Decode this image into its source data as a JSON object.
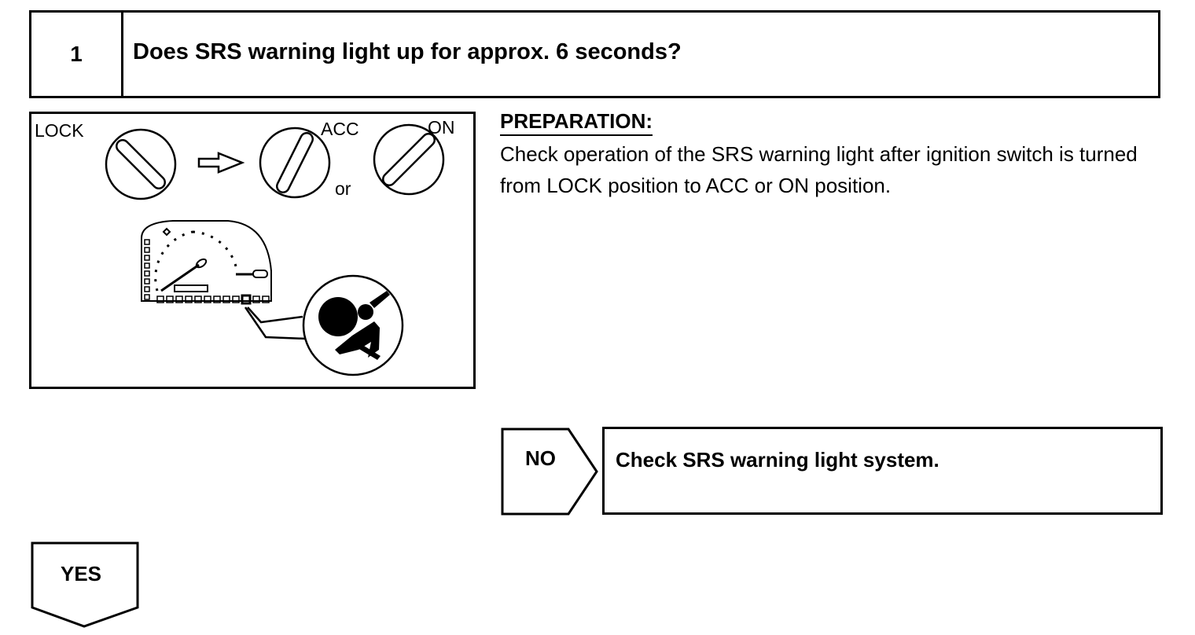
{
  "step": {
    "number": "1",
    "question": "Does SRS warning light up for approx. 6 seconds?"
  },
  "illustration": {
    "labels": {
      "lock": "LOCK",
      "acc": "ACC",
      "on": "ON",
      "or": "or"
    },
    "icons": [
      "ignition-key-icon",
      "arrow-right-icon",
      "instrument-cluster-icon",
      "airbag-warning-icon"
    ]
  },
  "preparation": {
    "title": "PREPARATION:",
    "text": "Check operation of the SRS warning light after ignition switch is turned from LOCK position to ACC or ON position."
  },
  "results": {
    "no": {
      "label": "NO",
      "action": "Check SRS warning light system."
    },
    "yes": {
      "label": "YES"
    }
  }
}
